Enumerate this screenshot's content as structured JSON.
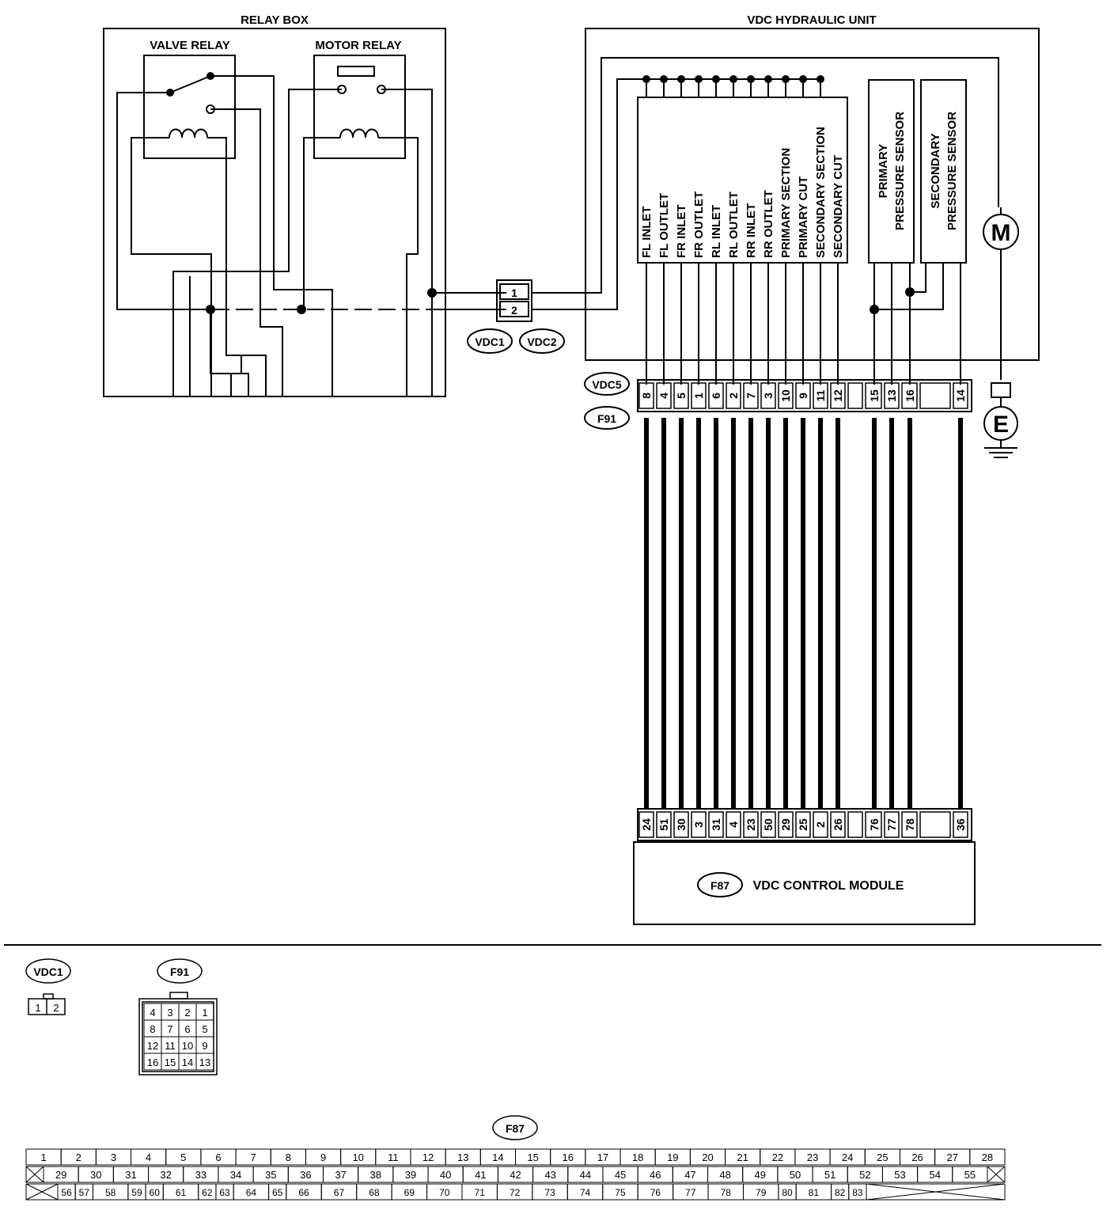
{
  "relay_box": {
    "title": "RELAY BOX",
    "valve_relay": "VALVE RELAY",
    "motor_relay": "MOTOR RELAY"
  },
  "hydraulic_unit": {
    "title": "VDC HYDRAULIC UNIT",
    "valves": [
      "FL INLET",
      "FL OUTLET",
      "FR INLET",
      "FR OUTLET",
      "RL INLET",
      "RL OUTLET",
      "RR INLET",
      "RR OUTLET",
      "PRIMARY SECTION",
      "PRIMARY CUT",
      "SECONDARY SECTION",
      "SECONDARY CUT"
    ],
    "primary_sensor": [
      "PRIMARY",
      "PRESSURE SENSOR"
    ],
    "secondary_sensor": [
      "SECONDARY",
      "PRESSURE SENSOR"
    ],
    "motor_symbol": "M"
  },
  "ground_symbol": "E",
  "connectors": {
    "vdc1": "VDC1",
    "vdc2": "VDC2",
    "vdc5": "VDC5",
    "f91": "F91",
    "f87": "F87",
    "vdc1_vdc2_pins": [
      "1",
      "2"
    ],
    "vdc5_f91_pins": [
      "8",
      "4",
      "5",
      "1",
      "6",
      "2",
      "7",
      "3",
      "10",
      "9",
      "11",
      "12",
      "",
      "15",
      "13",
      "16",
      "",
      "14"
    ],
    "f87_pins": [
      "24",
      "51",
      "30",
      "3",
      "31",
      "4",
      "23",
      "50",
      "29",
      "25",
      "2",
      "26",
      "",
      "76",
      "77",
      "78",
      "",
      "36"
    ]
  },
  "control_module": {
    "label": "VDC CONTROL MODULE"
  },
  "connector_views": {
    "vdc1_title": "VDC1",
    "vdc1_pins": [
      "1",
      "2"
    ],
    "f91_title": "F91",
    "f91_rows": [
      [
        "4",
        "3",
        "2",
        "1"
      ],
      [
        "8",
        "7",
        "6",
        "5"
      ],
      [
        "12",
        "11",
        "10",
        "9"
      ],
      [
        "16",
        "15",
        "14",
        "13"
      ]
    ],
    "f87_title": "F87",
    "f87_row1": [
      "1",
      "2",
      "3",
      "4",
      "5",
      "6",
      "7",
      "8",
      "9",
      "10",
      "11",
      "12",
      "13",
      "14",
      "15",
      "16",
      "17",
      "18",
      "19",
      "20",
      "21",
      "22",
      "23",
      "24",
      "25",
      "26",
      "27",
      "28"
    ],
    "f87_row2": [
      "29",
      "30",
      "31",
      "32",
      "33",
      "34",
      "35",
      "36",
      "37",
      "38",
      "39",
      "40",
      "41",
      "42",
      "43",
      "44",
      "45",
      "46",
      "47",
      "48",
      "49",
      "50",
      "51",
      "52",
      "53",
      "54",
      "55"
    ],
    "f87_row3": [
      "56",
      "57",
      "58",
      "59",
      "60",
      "61",
      "62",
      "63",
      "64",
      "65",
      "66",
      "67",
      "68",
      "69",
      "70",
      "71",
      "72",
      "73",
      "74",
      "75",
      "76",
      "77",
      "78",
      "79",
      "80",
      "81",
      "82",
      "83"
    ]
  }
}
